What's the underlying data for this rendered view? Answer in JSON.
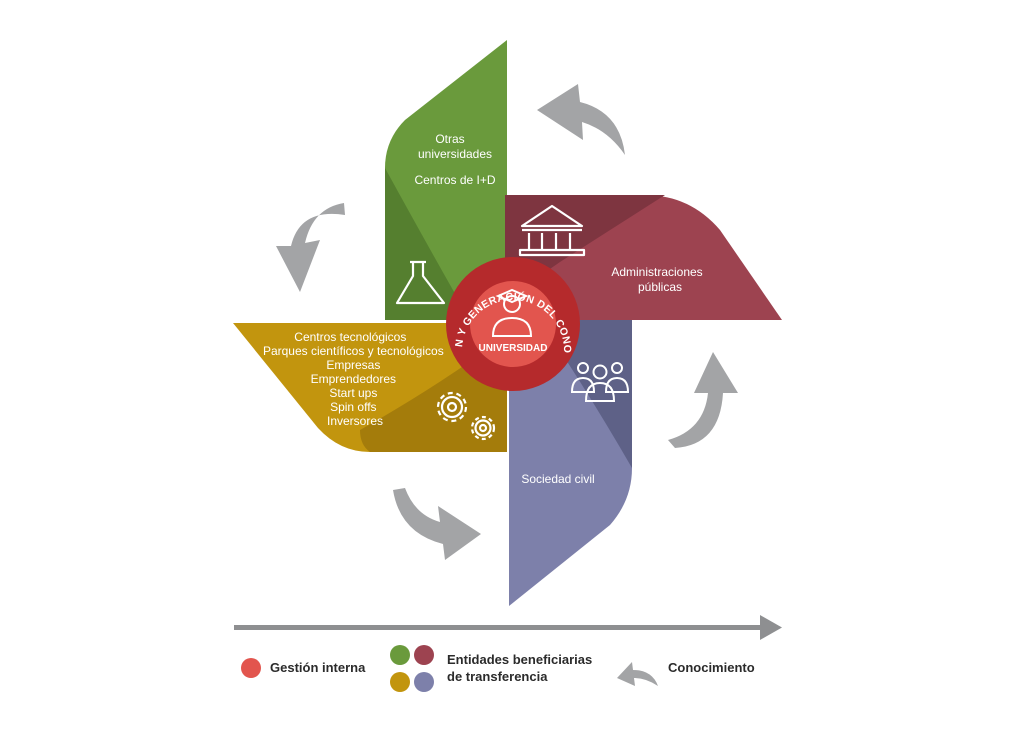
{
  "colors": {
    "green": "#6a9a3c",
    "green_dark": "#557f2f",
    "maroon": "#9d4350",
    "maroon_dark": "#7e3540",
    "gold": "#c2950e",
    "gold_dark": "#a47c0b",
    "purple": "#7d80aa",
    "purple_dark": "#5e6187",
    "red": "#e2554e",
    "red_ring": "#b52a2c",
    "grey": "#a3a4a6"
  },
  "blades": {
    "green": {
      "line1": "Otras",
      "line2": "universidades",
      "line3": "Centros de I+D",
      "icon": "flask-icon"
    },
    "maroon": {
      "line1": "Administraciones",
      "line2": "públicas",
      "icon": "institution-icon"
    },
    "gold": {
      "lines": [
        "Centros tecnológicos",
        "Parques científicos y  tecnológicos",
        "Empresas",
        "Emprendedores",
        "Start ups",
        "Spin offs",
        "Inversores"
      ],
      "icon": "gears-icon"
    },
    "purple": {
      "line1": "Sociedad civil",
      "icon": "people-icon"
    }
  },
  "hub": {
    "ring_text": "FORMACIÓN Y GENERACIÓN DEL CONOCIMIENTO",
    "label": "UNIVERSIDAD",
    "icon": "graduate-icon"
  },
  "legend": {
    "internal": "Gestión interna",
    "entities_line1": "Entidades beneficiarias",
    "entities_line2": "de transferencia",
    "knowledge": "Conocimiento"
  }
}
